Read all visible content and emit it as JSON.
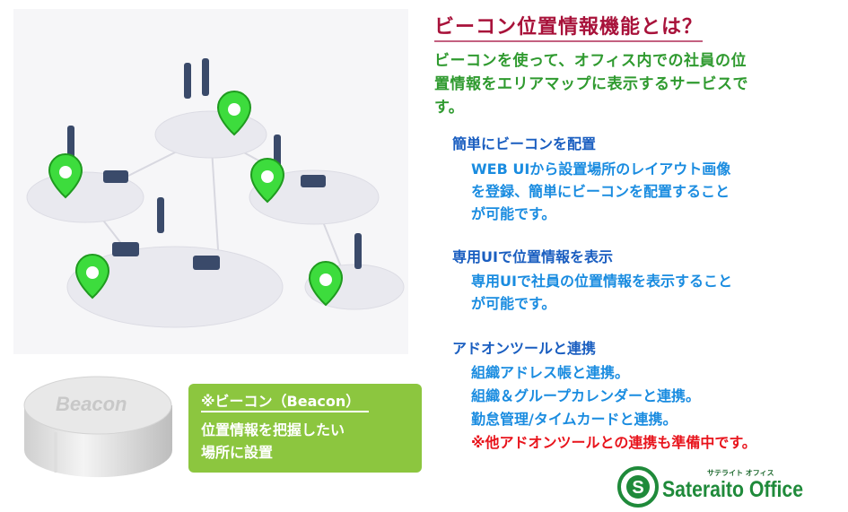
{
  "title": "ビーコン位置情報機能とは？",
  "intro": [
    "ビーコンを使って、オフィス内での社員の位",
    "置情報をエリアマップに表示するサービスで",
    "す。"
  ],
  "sections": [
    {
      "heading": "簡単にビーコンを配置",
      "lines": [
        "WEB UIから設置場所のレイアウト画像",
        "を登録、簡単にビーコンを配置すること",
        "が可能です。"
      ]
    },
    {
      "heading": "専用UIで位置情報を表示",
      "lines": [
        "専用UIで社員の位置情報を表示すること",
        "が可能です。"
      ]
    },
    {
      "heading": "アドオンツールと連携",
      "lines": [
        "組織アドレス帳と連携。",
        "組織＆グループカレンダーと連携。",
        "勤怠管理/タイムカードと連携。"
      ],
      "note": "※他アドオンツールとの連携も準備中です。"
    }
  ],
  "beacon_label": "Beacon",
  "note_box": {
    "title": "※ビーコン（Beacon）",
    "lines": [
      "位置情報を把握したい",
      "場所に設置"
    ]
  },
  "logo": {
    "kana": "サテライト オフィス",
    "name": "Sateraito Office"
  },
  "colors": {
    "title": "#a8123a",
    "intro": "#2f9a2f",
    "heading": "#1a5ec0",
    "body": "#1a8ce0",
    "pin": "#3ddc3d",
    "note_box": "#8cc63f"
  }
}
